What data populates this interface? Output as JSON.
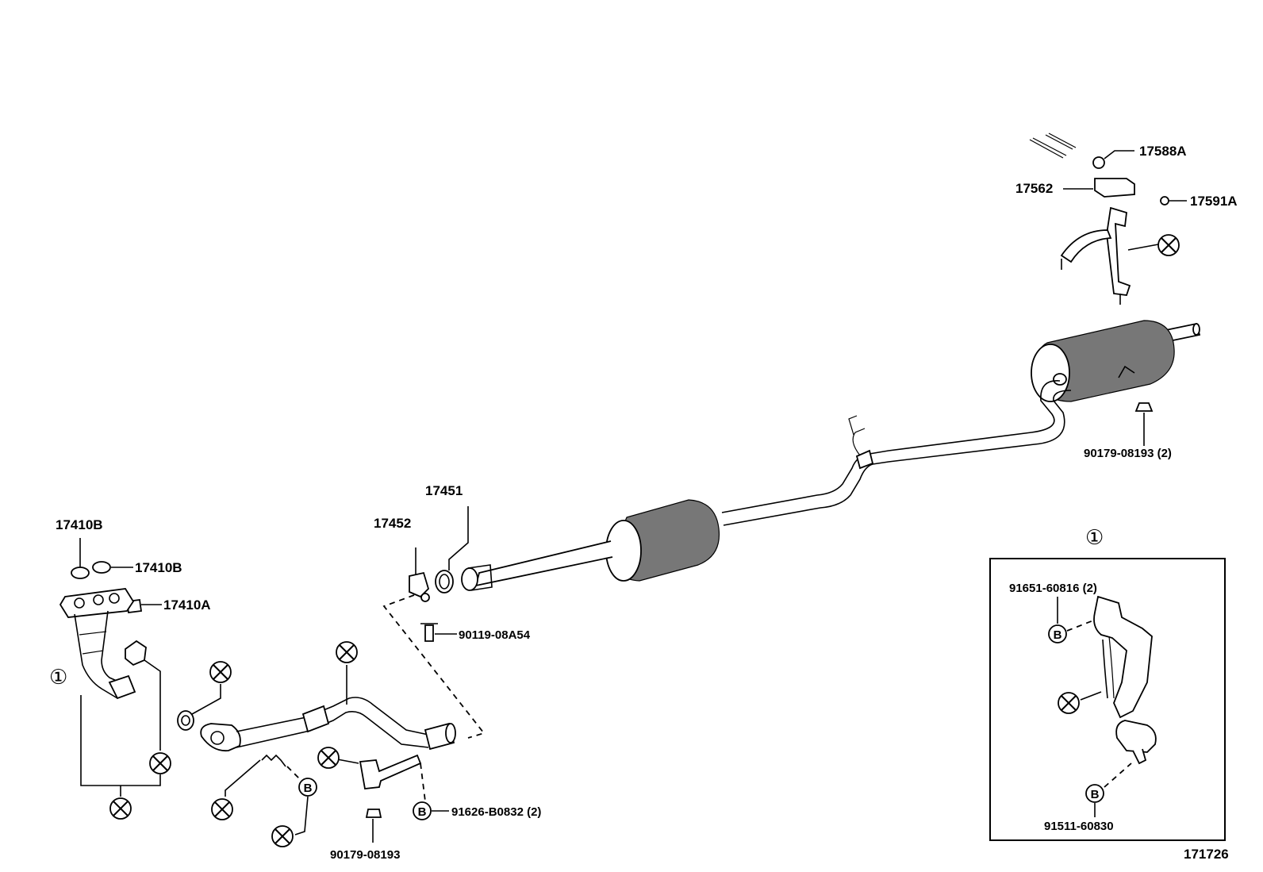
{
  "diagram": {
    "part_labels": {
      "p17588A": "17588A",
      "p17562": "17562",
      "p17591A": "17591A",
      "p17451": "17451",
      "p17452": "17452",
      "p17410B_top": "17410B",
      "p17410B_side": "17410B",
      "p17410A": "17410A",
      "p90119": "90119-08A54",
      "p90179_rear": "90179-08193 (2)",
      "p91626": "91626-B0832 (2)",
      "p90179_front": "90179-08193",
      "p91651": "91651-60816 (2)",
      "p91511": "91511-60830"
    },
    "assembly_mark_main": "①",
    "assembly_mark_inset": "①",
    "bolt_marker": "B",
    "drawing_number": "171726"
  }
}
